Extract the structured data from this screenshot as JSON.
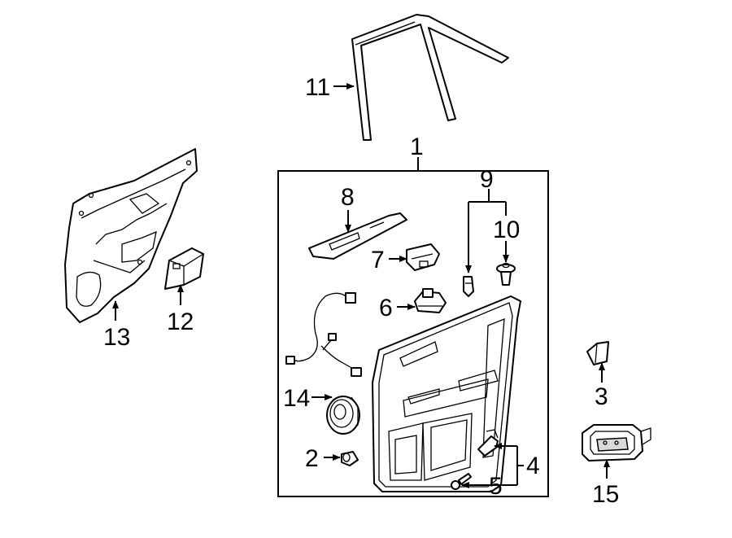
{
  "callouts": {
    "c1": "1",
    "c2": "2",
    "c3": "3",
    "c4": "4",
    "c5": "5",
    "c6": "6",
    "c7": "7",
    "c8": "8",
    "c9": "9",
    "c10": "10",
    "c11": "11",
    "c12": "12",
    "c13": "13",
    "c14": "14",
    "c15": "15"
  },
  "parts": {
    "p1": "door-trim-panel-assembly",
    "p2": "clip",
    "p3": "bezel",
    "p4": "bracket",
    "p5": "screw",
    "p6": "switch",
    "p7": "switch",
    "p8": "switch-plate",
    "p9": "clip",
    "p10": "push-pin",
    "p11": "weatherstrip",
    "p12": "bracket",
    "p13": "water-deflector",
    "p14": "speaker",
    "p15": "handle"
  }
}
